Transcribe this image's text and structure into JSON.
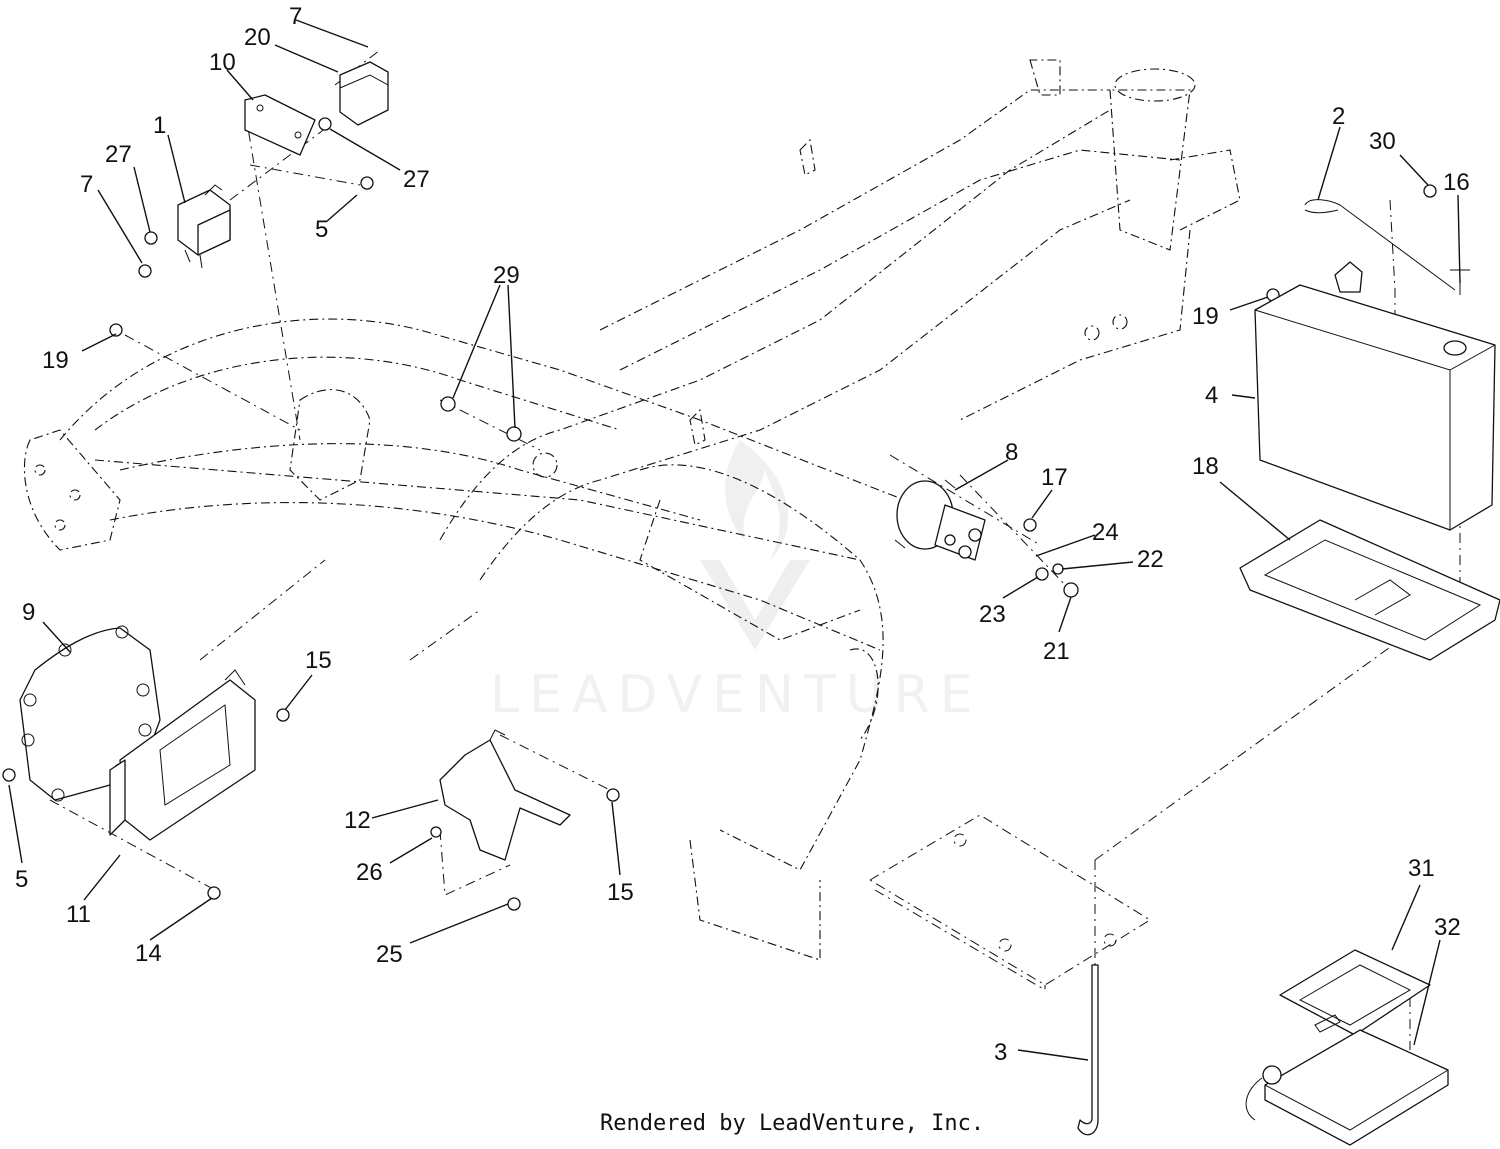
{
  "footer_text": "Rendered by LeadVenture, Inc.",
  "watermark_text": "LEADVENTURE",
  "callouts": {
    "c1": "1",
    "c2": "2",
    "c3": "3",
    "c4": "4",
    "c5a": "5",
    "c5b": "5",
    "c7a": "7",
    "c7b": "7",
    "c8": "8",
    "c9": "9",
    "c10": "10",
    "c11": "11",
    "c12": "12",
    "c14": "14",
    "c15a": "15",
    "c15b": "15",
    "c16": "16",
    "c17": "17",
    "c18": "18",
    "c19a": "19",
    "c19b": "19",
    "c20": "20",
    "c21": "21",
    "c22": "22",
    "c23": "23",
    "c24": "24",
    "c25": "25",
    "c26": "26",
    "c27a": "27",
    "c27b": "27",
    "c29": "29",
    "c30": "30",
    "c31": "31",
    "c32": "32"
  }
}
